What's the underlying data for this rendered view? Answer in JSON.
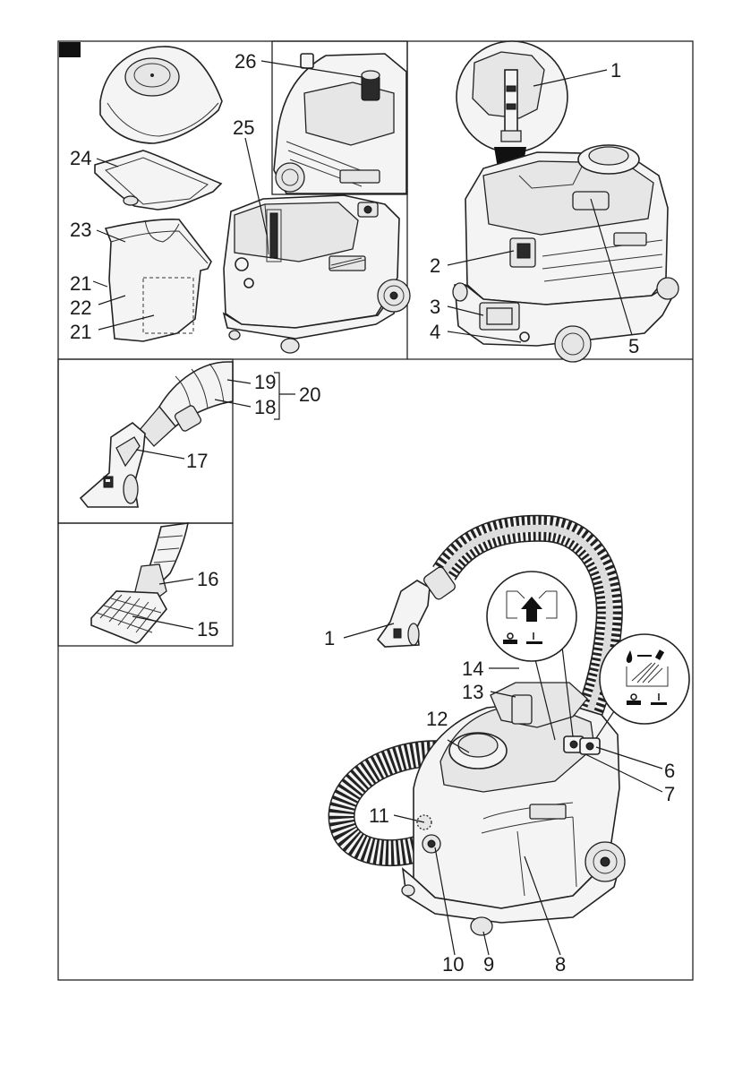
{
  "page": {
    "section_marker_color": "#111111",
    "ink_color": "#1a1a1a"
  },
  "labels": {
    "p1_21a": "21",
    "p1_22": "22",
    "p1_21b": "21",
    "p1_23": "23",
    "p1_24": "24",
    "p1_25": "25",
    "p1_26": "26",
    "p2_1": "1",
    "p2_2": "2",
    "p2_3": "3",
    "p2_4": "4",
    "p2_5": "5",
    "p3_19": "19",
    "p3_18": "18",
    "p3_20": "20",
    "p3_17": "17",
    "p4_16": "16",
    "p4_15": "15",
    "p5_1": "1",
    "p5_14": "14",
    "p5_13": "13",
    "p5_12": "12",
    "p5_11": "11",
    "p5_10": "10",
    "p5_9": "9",
    "p5_8": "8",
    "p5_7": "7",
    "p5_6": "6"
  },
  "icons": [
    "filter-insert-icon",
    "spray-function-icon",
    "switch-on-icon",
    "switch-off-icon"
  ]
}
